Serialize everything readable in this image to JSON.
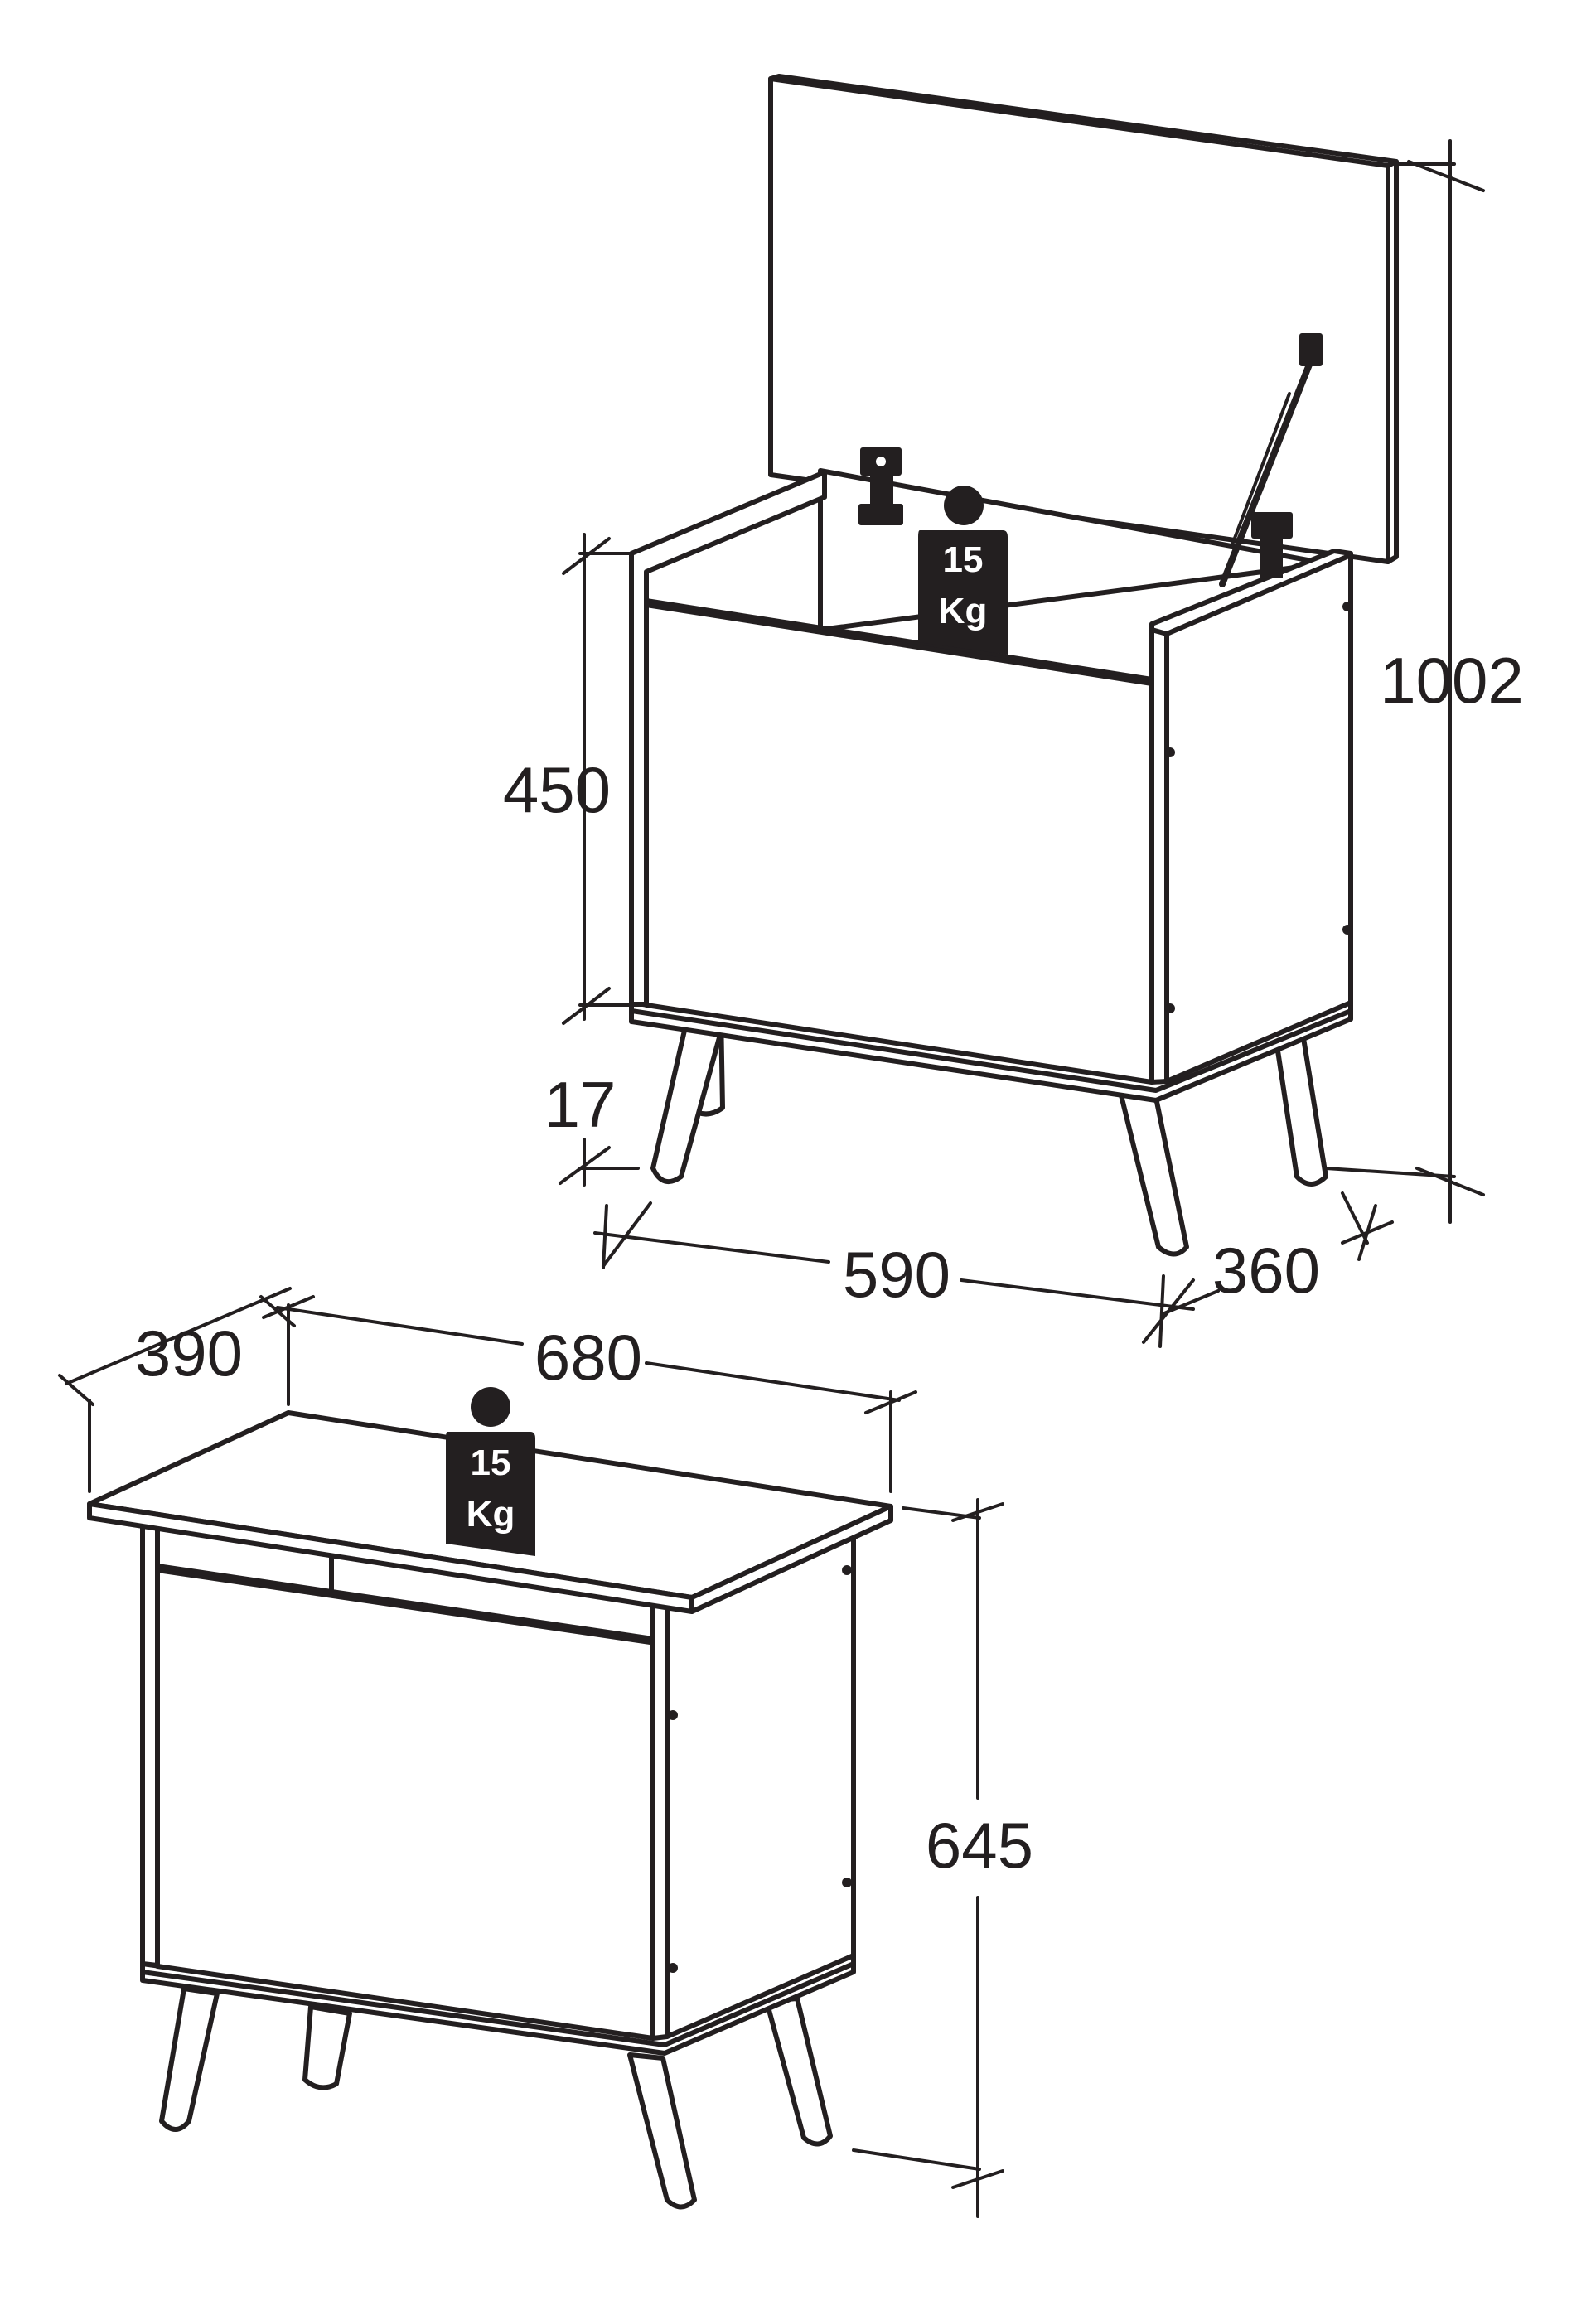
{
  "figure": {
    "open_view": {
      "dimensions": {
        "height_body": "450",
        "height_legs": "17",
        "height_total_open": "1002",
        "width": "590",
        "depth": "360"
      },
      "weight_badge": {
        "line1": "15",
        "line2": "Kg",
        "icon": "weight-icon"
      }
    },
    "closed_view": {
      "dimensions": {
        "depth": "390",
        "width": "680",
        "height": "645"
      },
      "weight_badge": {
        "line1": "15",
        "line2": "Kg",
        "icon": "weight-icon"
      }
    }
  },
  "colors": {
    "ink": "#231f20",
    "paper": "#ffffff"
  }
}
